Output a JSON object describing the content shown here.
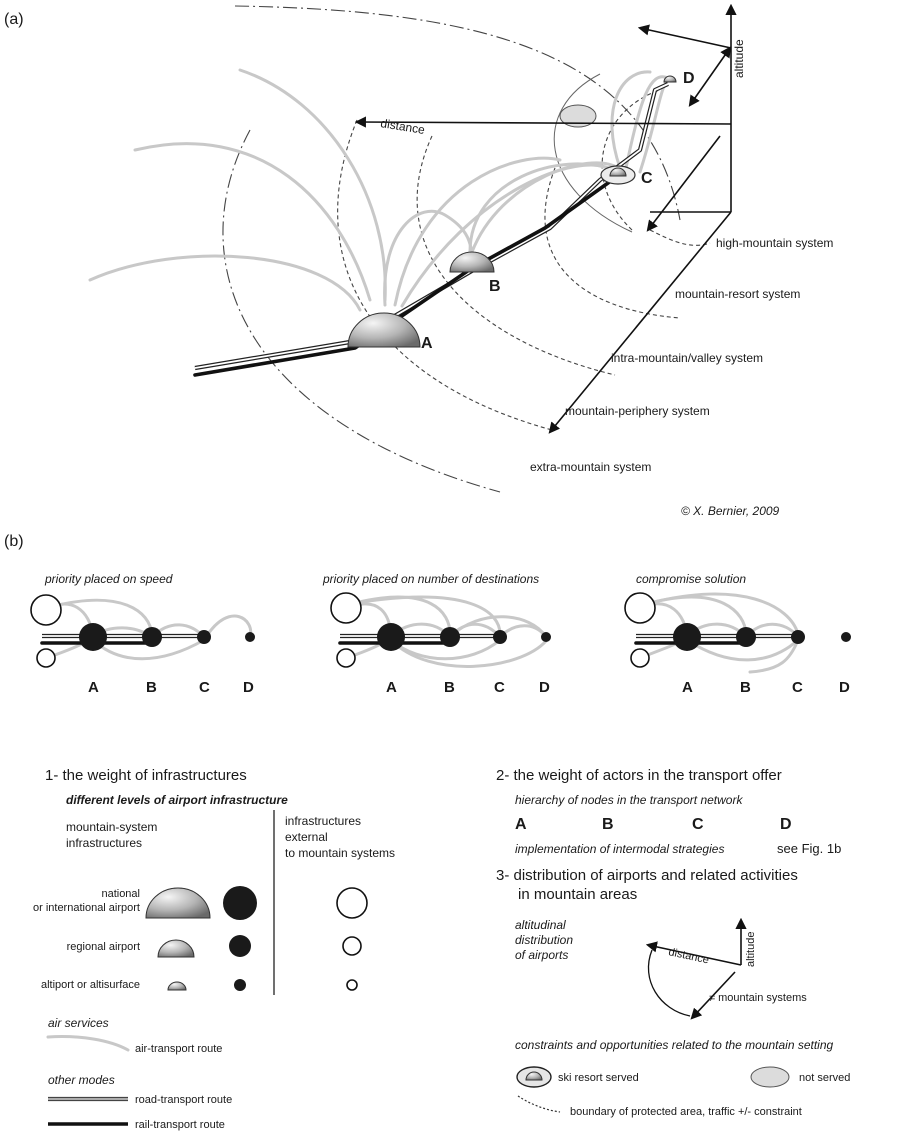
{
  "panel_a": {
    "label": "(a)",
    "axis_altitude": "altitude",
    "axis_distance": "distance",
    "node_a": "A",
    "node_b": "B",
    "node_c": "C",
    "node_d": "D",
    "zones": {
      "high_mountain": "high-mountain system",
      "mountain_resort": "mountain-resort system",
      "intra_mountain": "intra-mountain/valley system",
      "periphery": "mountain-periphery system",
      "extra": "extra-mountain system"
    },
    "copyright": "© X. Bernier, 2009"
  },
  "panel_b": {
    "label": "(b)",
    "scenarios": [
      {
        "title": "priority placed on speed",
        "nodes": [
          "A",
          "B",
          "C",
          "D"
        ]
      },
      {
        "title": "priority placed on number of destinations",
        "nodes": [
          "A",
          "B",
          "C",
          "D"
        ]
      },
      {
        "title": "compromise solution",
        "nodes": [
          "A",
          "B",
          "C",
          "D"
        ]
      }
    ]
  },
  "legend": {
    "s1": {
      "heading": "1- the weight of infrastructures",
      "subheading": "different levels of airport infrastructure",
      "col_mountain": [
        "mountain-system",
        "infrastructures"
      ],
      "col_external": [
        "infrastructures",
        "external",
        "to mountain systems"
      ],
      "national": [
        "national",
        "or international airport"
      ],
      "regional": "regional airport",
      "altiport": "altiport or altisurface",
      "air_services": "air services",
      "air_route": "air-transport route",
      "other_modes": "other modes",
      "road_route": "road-transport route",
      "rail_route": "rail-transport route"
    },
    "s2": {
      "heading": "2- the weight of actors in the transport offer",
      "hierarchy": "hierarchy of nodes in the transport network",
      "nodes": [
        "A",
        "B",
        "C",
        "D"
      ],
      "intermodal": "implementation of intermodal strategies",
      "see_fig": "see Fig. 1b"
    },
    "s3": {
      "heading": [
        "3- distribution of airports and related activities",
        "in mountain areas"
      ],
      "altitudinal": [
        "altitudinal",
        "distribution",
        "of airports"
      ],
      "distance": "distance",
      "altitude": "altitude",
      "mountain_systems": "≠ mountain systems",
      "constraints": "constraints and opportunities related to the mountain setting",
      "ski_served": "ski resort served",
      "not_served": "not served",
      "boundary": "boundary of protected area, traffic +/- constraint"
    }
  }
}
